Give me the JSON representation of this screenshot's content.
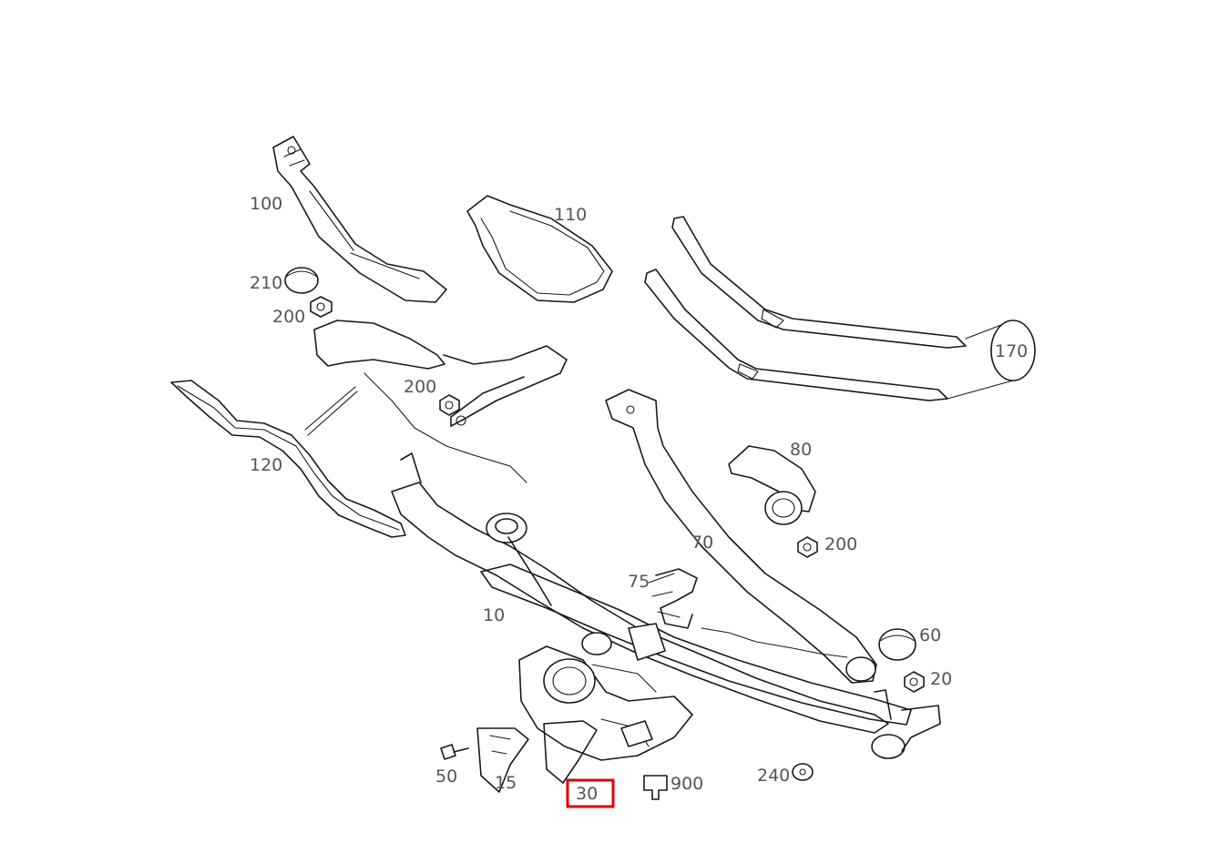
{
  "parts": {
    "p100": "100",
    "p110": "110",
    "p170": "170",
    "p210": "210",
    "p200_a": "200",
    "p200_b": "200",
    "p200_c": "200",
    "p120": "120",
    "p80": "80",
    "p70": "70",
    "p75": "75",
    "p10": "10",
    "p60": "60",
    "p20": "20",
    "p50": "50",
    "p15": "15",
    "p30": "30",
    "p900": "900",
    "p240": "240"
  },
  "highlighted_part": "30",
  "colors": {
    "line": "#1a1a1a",
    "label": "#555555",
    "highlight": "#e00000"
  }
}
